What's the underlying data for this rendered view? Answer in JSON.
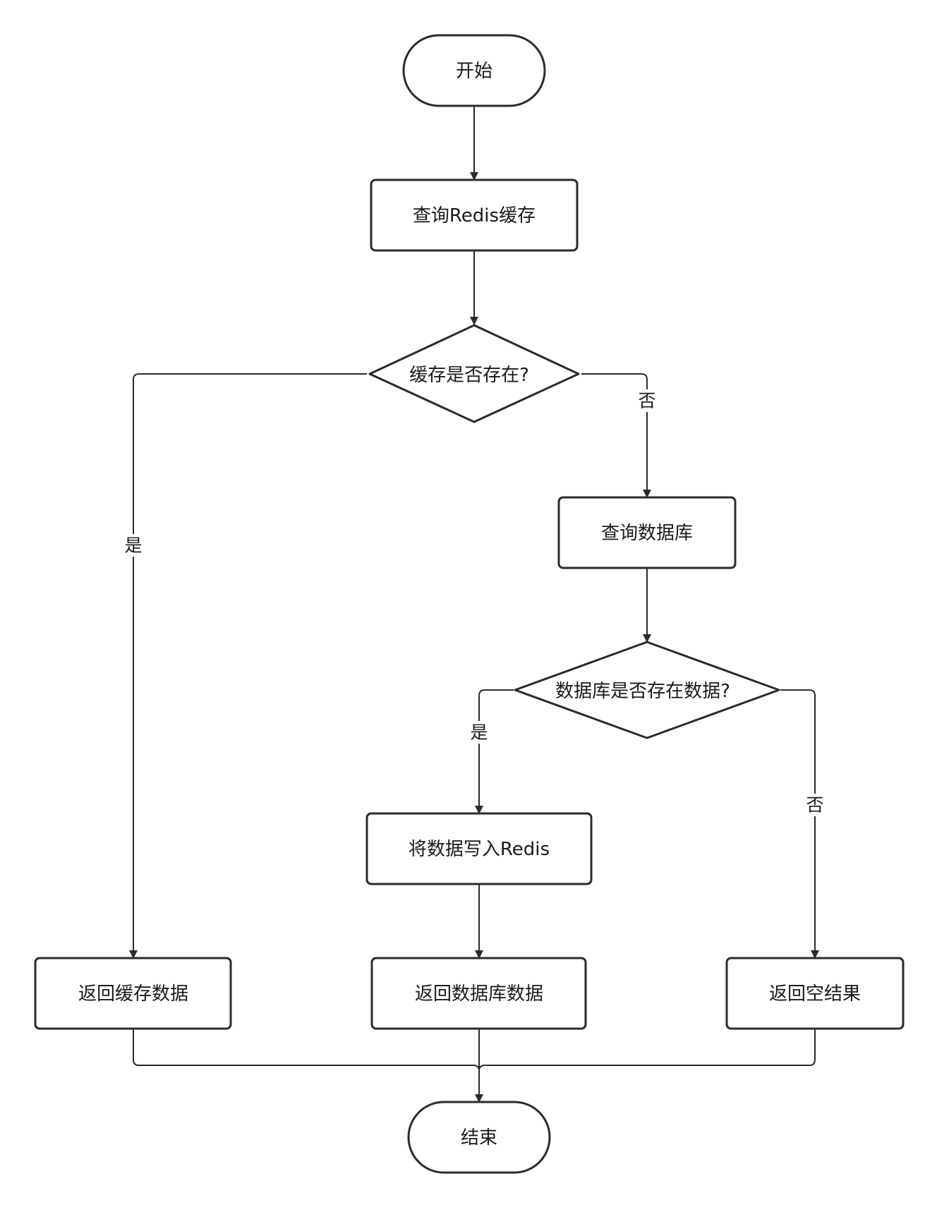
{
  "nodes": {
    "start": "开始",
    "query_redis": "查询Redis缓存",
    "cache_exists": "缓存是否存在?",
    "query_db": "查询数据库",
    "db_has_data": "数据库是否存在数据?",
    "write_redis": "将数据写入Redis",
    "return_cache": "返回缓存数据",
    "return_db": "返回数据库数据",
    "return_empty": "返回空结果",
    "end": "结束"
  },
  "edge_labels": {
    "cache_yes": "是",
    "cache_no": "否",
    "db_yes": "是",
    "db_no": "否"
  },
  "colors": {
    "stroke": "#2b2b2b",
    "fill": "#ffffff",
    "text": "#1a1a1a"
  }
}
